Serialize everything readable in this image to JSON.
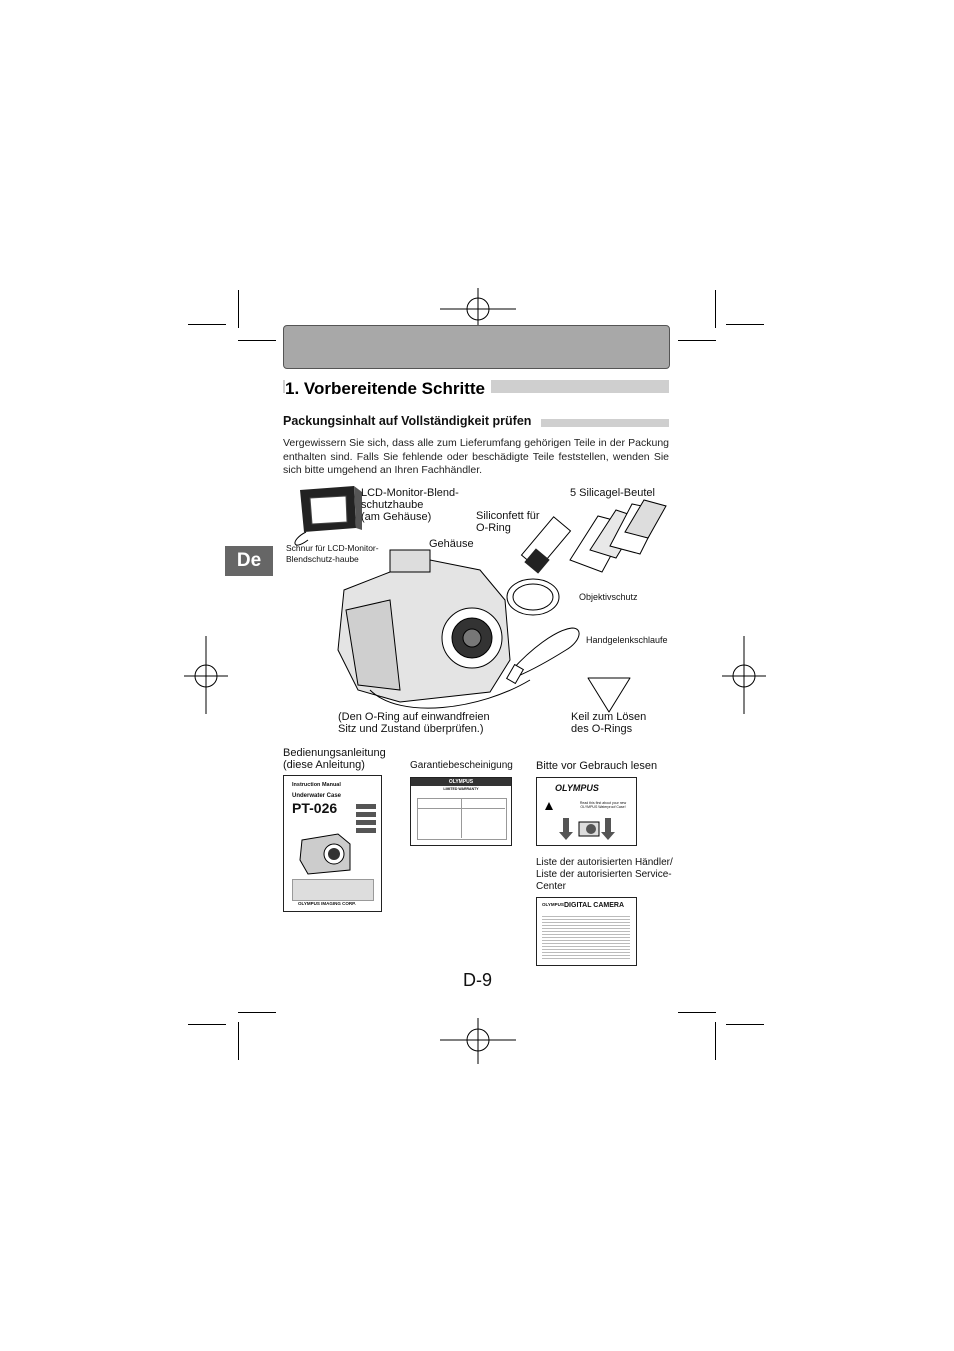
{
  "header": {
    "section_title": "1. Vorbereitende Schritte",
    "subsection_title": "Packungsinhalt auf Vollständigkeit prüfen",
    "intro": "Vergewissern Sie sich, dass alle zum Lieferumfang gehörigen Teile in der Packung enthalten sind. Falls Sie fehlende oder beschädigte Teile feststellen, wenden Sie sich bitte umgehend an Ihren Fachhändler."
  },
  "language_tab": "De",
  "items": {
    "lcd_hood": "LCD-Monitor-Blend-\nschutzhaube\n(am Gehäuse)",
    "lcd_strap": "Schnur für LCD-Monitor-\nBlendschutz-haube",
    "silicagel": "5 Silicagel-Beutel",
    "grease": "Siliconfett für\nO-Ring",
    "housing": "Gehäuse",
    "lens_cap": "Objektivschutz",
    "wrist_strap": "Handgelenkschlaufe",
    "oring_note": "(Den O-Ring auf einwandfreien\nSitz und Zustand überprüfen.)",
    "wedge": "Keil zum Lösen\ndes O-Rings"
  },
  "documents": {
    "manual_label": "Bedienungsanleitung\n(diese Anleitung)",
    "warranty_label": "Garantiebescheinigung",
    "read_first_label": "Bitte vor Gebrauch lesen",
    "dealer_list_label": "Liste der autorisierten Händler/\nListe der autorisierten Service-\nCenter",
    "manual": {
      "heading": "Instruction Manual",
      "product": "Underwater Case",
      "model": "PT-026",
      "brand_footer": "OLYMPUS IMAGING CORP."
    },
    "warranty": {
      "brand": "OLYMPUS",
      "heading": "LIMITED WARRANTY"
    },
    "read_first": {
      "brand": "OLYMPUS",
      "text": "Read this first about your new OLYMPUS Waterproof Case!"
    },
    "dealer": {
      "brand": "OLYMPUS",
      "heading": "DIGITAL CAMERA"
    }
  },
  "page_number": "D-9",
  "colors": {
    "banner": "#a8a8a8",
    "title_bar": "#cfcfcf",
    "tab": "#666666"
  }
}
